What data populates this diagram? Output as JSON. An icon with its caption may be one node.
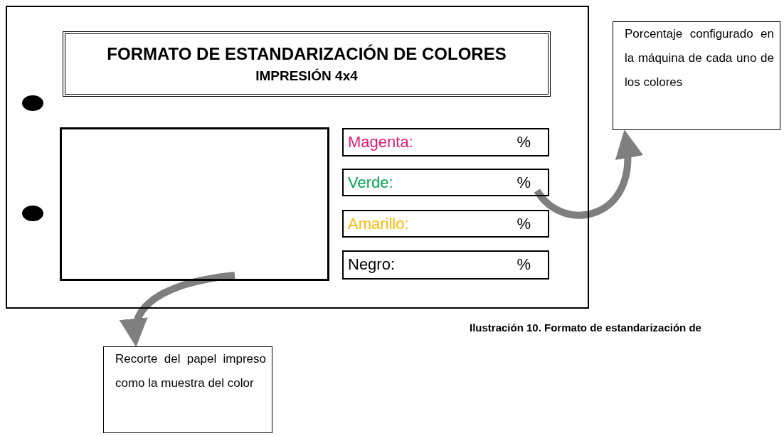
{
  "diagram": {
    "caption": "Ilustración 10. Formato de estandarización de",
    "nodes": [
      {
        "text": [],
        "shape": "box"
      },
      {
        "text": [
          "FORMATO DE ESTANDARIZACIÓN DE COLORES",
          "IMPRESIÓN 4x4"
        ],
        "in": 0
      },
      {
        "text": [],
        "shape": "box",
        "in": 0
      },
      {
        "text": [
          "Magenta:",
          "%"
        ],
        "in": 0
      },
      {
        "text": [
          "Verde:",
          "%"
        ],
        "in": 0
      },
      {
        "text": [
          "Amarillo:",
          "%"
        ],
        "in": 0
      },
      {
        "text": [
          "Negro:",
          "%"
        ],
        "in": 0
      },
      {
        "text": [
          "Porcentaje configurado en la máquina de cada uno de los colores"
        ]
      },
      {
        "text": [
          "Recorte del papel impreso como la muestra del color"
        ]
      }
    ],
    "edges": [
      {
        "from": 4,
        "to": 7,
        "arrow": "to"
      },
      {
        "from": 2,
        "to": 8,
        "arrow": "to"
      }
    ]
  }
}
